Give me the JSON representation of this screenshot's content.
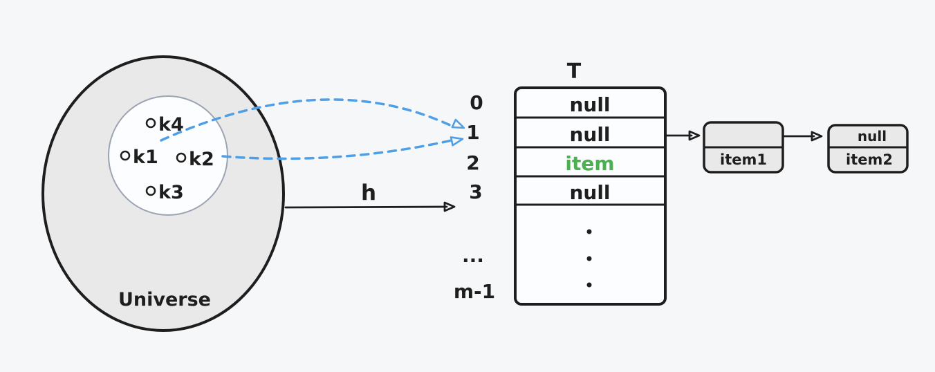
{
  "universe": {
    "label": "Universe",
    "keys": [
      {
        "label": "k4"
      },
      {
        "label": "k1"
      },
      {
        "label": "k2"
      },
      {
        "label": "k3"
      }
    ]
  },
  "hash_function": {
    "label": "h"
  },
  "table": {
    "title": "T",
    "index_labels": [
      "0",
      "1",
      "2",
      "3",
      "...",
      "m-1"
    ],
    "cells": [
      {
        "index": "0",
        "value": "null",
        "highlighted": false
      },
      {
        "index": "1",
        "value": "null",
        "highlighted": false
      },
      {
        "index": "2",
        "value": "item",
        "highlighted": true
      },
      {
        "index": "3",
        "value": "null",
        "highlighted": false
      }
    ]
  },
  "chain": {
    "nodes": [
      {
        "next_pointer": "",
        "value": "item1"
      },
      {
        "next_pointer": "null",
        "value": "item2"
      }
    ]
  },
  "colors": {
    "background": "#f6f7f9",
    "shape_fill": "#e9e9e9",
    "stroke": "#1e1e1e",
    "arrow_blue": "#4f9fe8",
    "item_green": "#4caf50",
    "subset_border": "#9aa4b2"
  }
}
